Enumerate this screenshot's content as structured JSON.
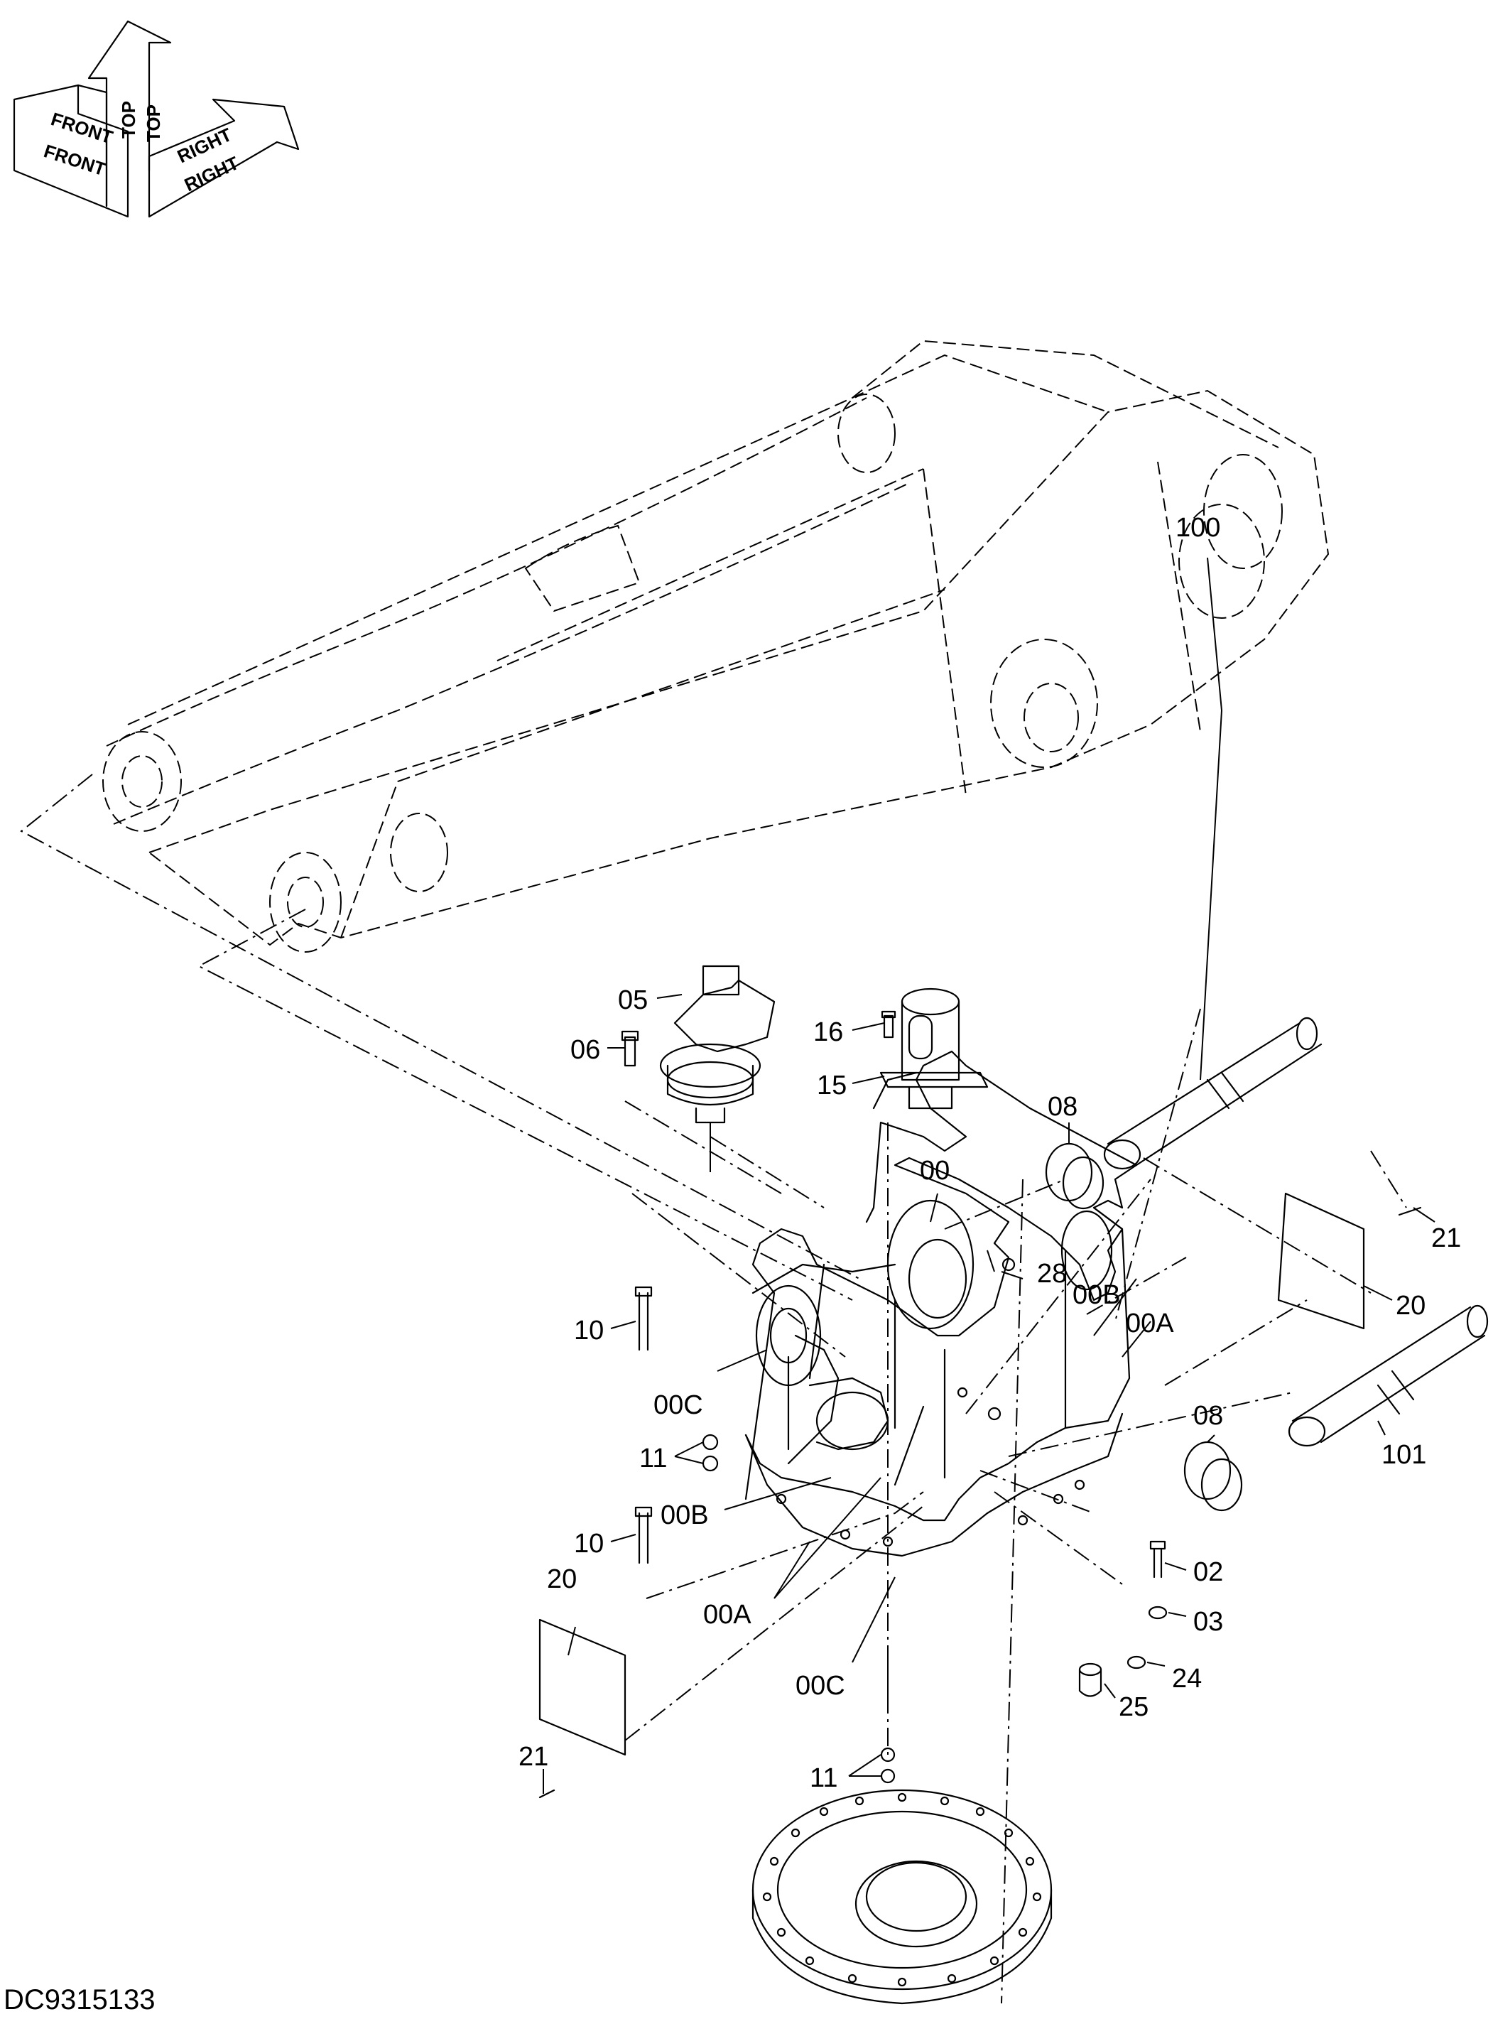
{
  "orientation_symbol": {
    "top_labels": [
      "TOP",
      "TOP"
    ],
    "front_labels": [
      "FRONT",
      "FRONT"
    ],
    "right_labels": [
      "RIGHT",
      "RIGHT"
    ]
  },
  "callouts": [
    {
      "id": "c05",
      "text": "05"
    },
    {
      "id": "c06",
      "text": "06"
    },
    {
      "id": "c16",
      "text": "16"
    },
    {
      "id": "c15",
      "text": "15"
    },
    {
      "id": "c100",
      "text": "100"
    },
    {
      "id": "c08a",
      "text": "08"
    },
    {
      "id": "c00",
      "text": "00"
    },
    {
      "id": "c21a",
      "text": "21"
    },
    {
      "id": "c28",
      "text": "28"
    },
    {
      "id": "c00Ba",
      "text": "00B"
    },
    {
      "id": "c00Aa",
      "text": "00A"
    },
    {
      "id": "c20a",
      "text": "20"
    },
    {
      "id": "c10a",
      "text": "10"
    },
    {
      "id": "c00Ca",
      "text": "00C"
    },
    {
      "id": "c08b",
      "text": "08"
    },
    {
      "id": "c101",
      "text": "101"
    },
    {
      "id": "c11a",
      "text": "11"
    },
    {
      "id": "c00Bb",
      "text": "00B"
    },
    {
      "id": "c10b",
      "text": "10"
    },
    {
      "id": "c02",
      "text": "02"
    },
    {
      "id": "c20b",
      "text": "20"
    },
    {
      "id": "c00Ab",
      "text": "00A"
    },
    {
      "id": "c03",
      "text": "03"
    },
    {
      "id": "c24",
      "text": "24"
    },
    {
      "id": "c00Cb",
      "text": "00C"
    },
    {
      "id": "c25",
      "text": "25"
    },
    {
      "id": "c21b",
      "text": "21"
    },
    {
      "id": "c11b",
      "text": "11"
    }
  ],
  "drawing_code": "DC9315133"
}
